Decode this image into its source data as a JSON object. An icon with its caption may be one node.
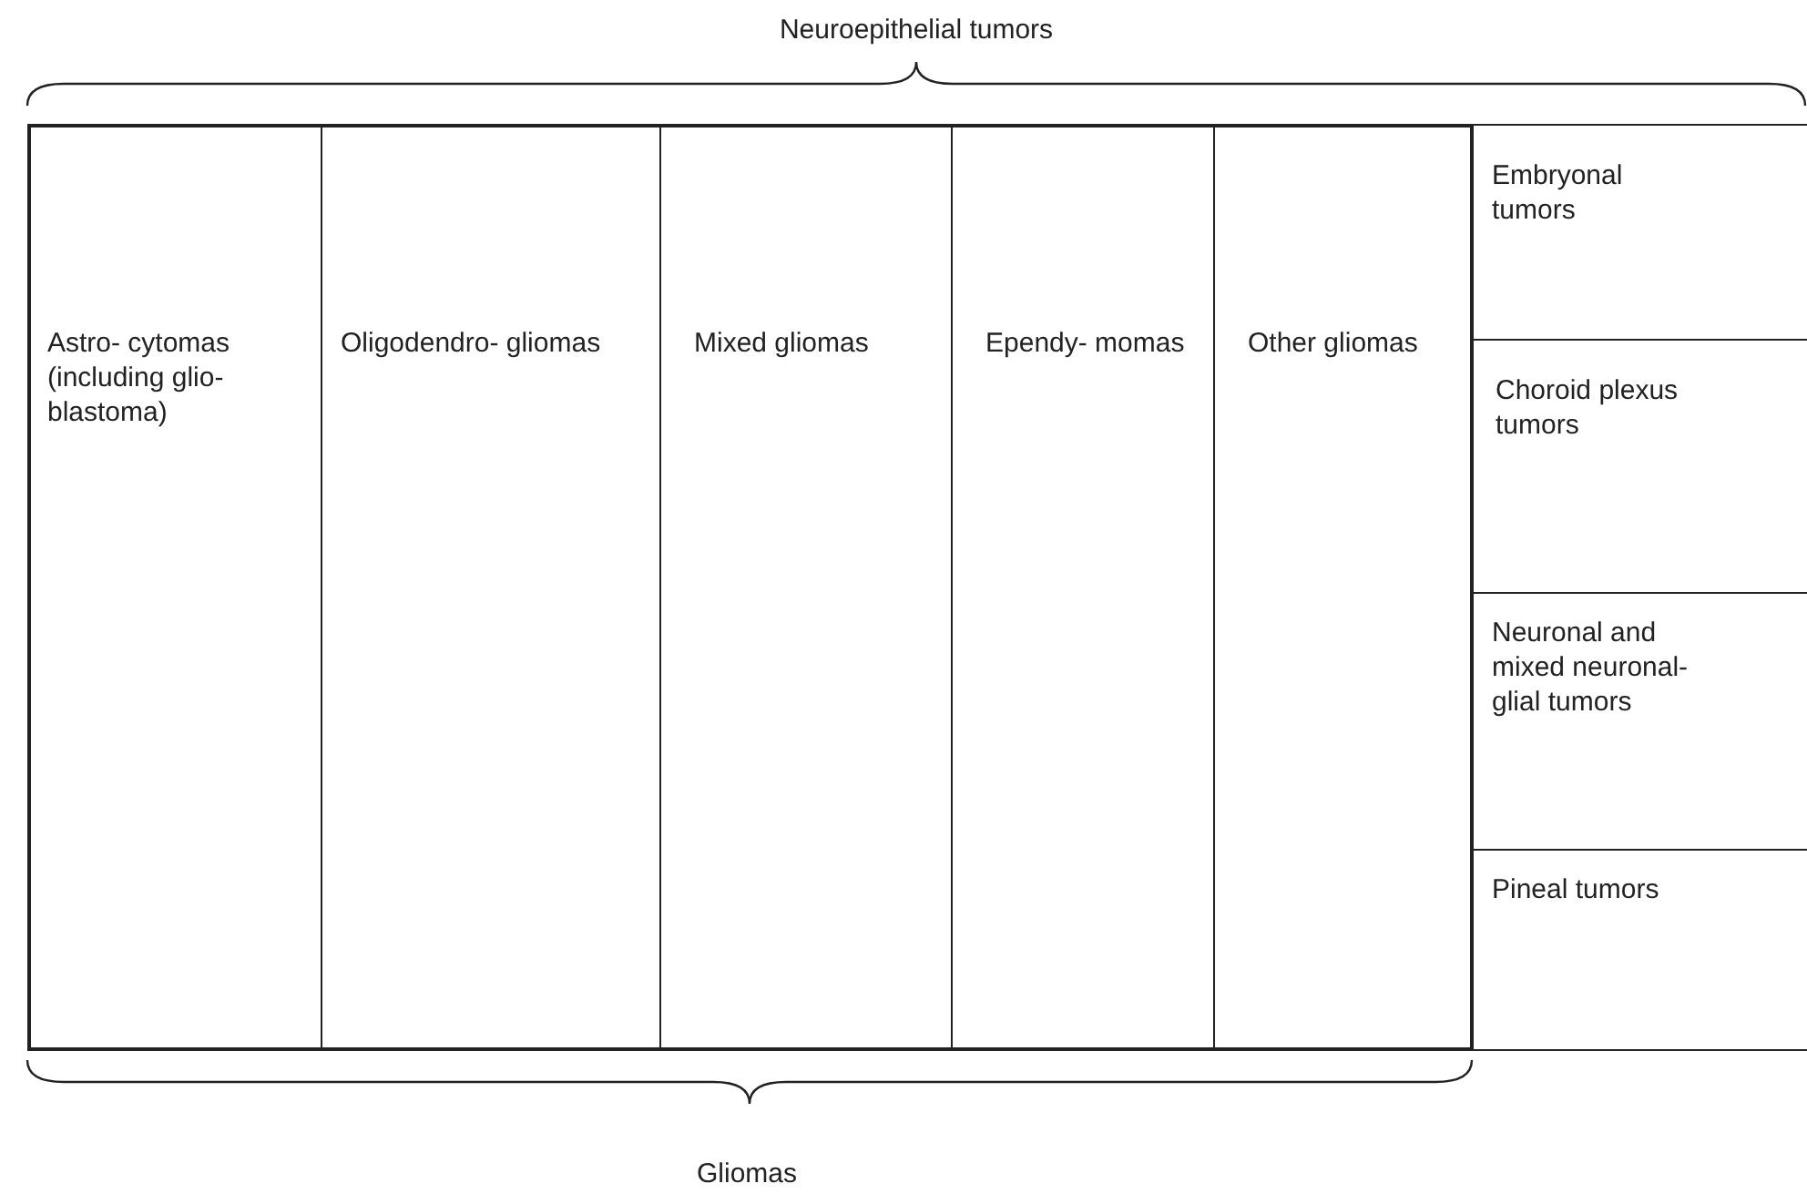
{
  "diagram": {
    "nodes": [
      {
        "text": [
          "Astro- cytomas (including glio- blastoma)"
        ]
      },
      {
        "text": [
          "Oligodendro- gliomas"
        ]
      },
      {
        "text": [
          "Mixed gliomas"
        ]
      },
      {
        "text": [
          "Ependy- momas"
        ]
      },
      {
        "text": [
          "Other gliomas"
        ]
      },
      {
        "text": [
          "Embryonal tumors"
        ]
      },
      {
        "text": [
          "Choroid plexus tumors"
        ]
      },
      {
        "text": [
          "Neuronal and mixed neuronal-glial tumors"
        ]
      },
      {
        "text": [
          "Pineal tumors"
        ]
      }
    ],
    "labels": [
      "Neuroepithelial tumors",
      "Gliomas"
    ]
  }
}
